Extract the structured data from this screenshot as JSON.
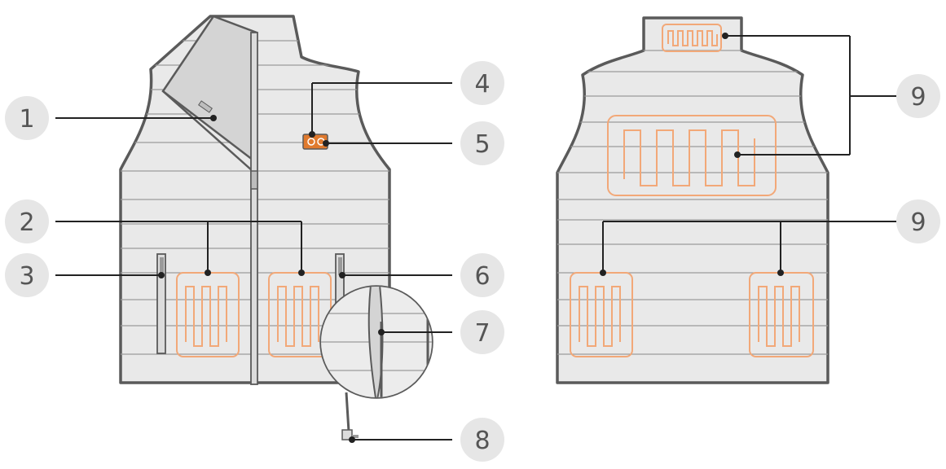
{
  "colors": {
    "vest_fill": "#e9e9e9",
    "vest_outline": "#5a5a5a",
    "heating_element": "#f2a878",
    "callout_circle": "#e6e6e6",
    "callout_text": "#555555",
    "leader_line": "#222222",
    "button": "#e07a2e"
  },
  "callouts": {
    "c1": "1",
    "c2": "2",
    "c3": "3",
    "c4": "4",
    "c5": "5",
    "c6": "6",
    "c7": "7",
    "c8": "8",
    "c9a": "9",
    "c9b": "9"
  },
  "icons": {
    "front_view": "vest-front-icon",
    "back_view": "vest-back-icon",
    "heating_pad": "heating-pad-icon",
    "power_button": "power-button-icon",
    "magnifier": "pocket-magnifier-icon"
  }
}
